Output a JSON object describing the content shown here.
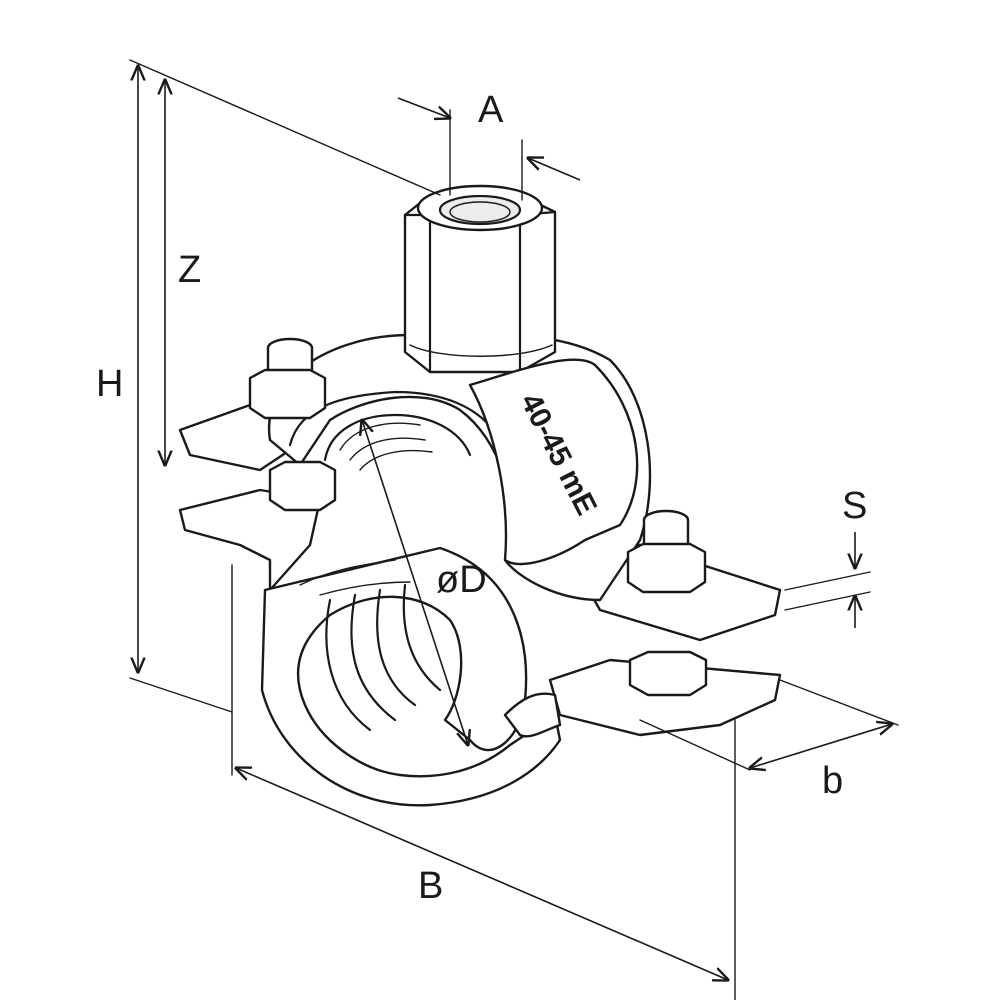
{
  "diagram": {
    "dimension_labels": {
      "A": "A",
      "Z": "Z",
      "H": "H",
      "S": "S",
      "D": "øD",
      "b": "b",
      "B": "B"
    },
    "clamp_marking": "40-45 mE"
  }
}
